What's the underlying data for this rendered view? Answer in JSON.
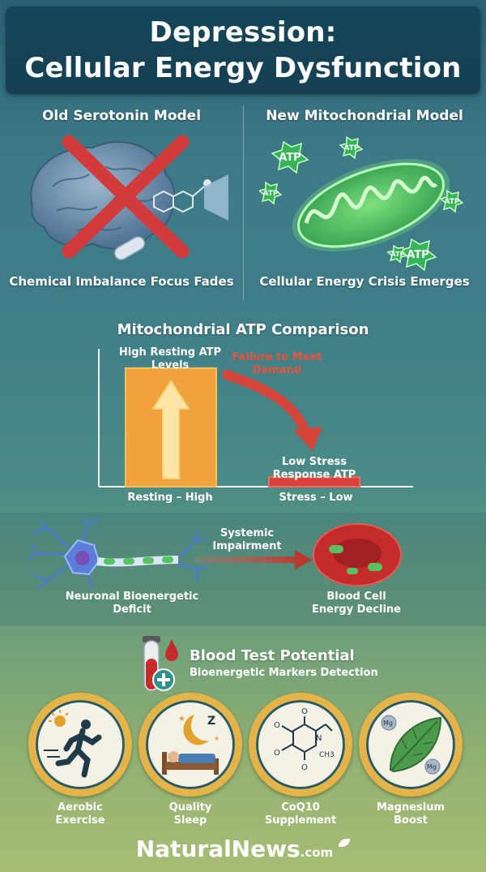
{
  "title": {
    "line1": "Depression:",
    "line2": "Cellular Energy Dysfunction"
  },
  "models": {
    "old_heading": "Old Serotonin Model",
    "old_caption": "Chemical Imbalance Focus Fades",
    "new_heading": "New Mitochondrial Model",
    "new_caption": "Cellular Energy Crisis Emerges",
    "atp_tag": "ATP"
  },
  "chart_data": {
    "type": "bar",
    "title": "Mitochondrial ATP Comparison",
    "categories": [
      "Resting – High",
      "Stress – Low"
    ],
    "values": [
      100,
      8
    ],
    "ylim": [
      0,
      115
    ],
    "bar_labels": [
      "High Resting ATP Levels",
      "Low Stress Response ATP"
    ],
    "annotation": "Failure to Meet Demand",
    "colors": {
      "resting": "#f0a23c",
      "stress": "#d9413a"
    }
  },
  "systemic": {
    "left_label": "Neuronal Bioenergetic Deficit",
    "arrow_label": "Systemic Impairment",
    "right_label": "Blood Cell Energy Decline"
  },
  "blood_test": {
    "title": "Blood Test Potential",
    "subtitle": "Bioenergetic Markers Detection"
  },
  "interventions": [
    {
      "label1": "Aerobic",
      "label2": "Exercise",
      "icon": "runner-icon"
    },
    {
      "label1": "Quality",
      "label2": "Sleep",
      "icon": "sleep-icon"
    },
    {
      "label1": "CoQ10",
      "label2": "Supplement",
      "icon": "coq10-molecule-icon"
    },
    {
      "label1": "Magnesium",
      "label2": "Boost",
      "icon": "leaf-icon"
    }
  ],
  "coq10_labels": {
    "o": "O",
    "n": "N",
    "ch3": "CH3"
  },
  "mg_label": "Mg",
  "sleep_z": "Z",
  "brand": {
    "name": "NaturalNews",
    "suffix": ".com"
  }
}
